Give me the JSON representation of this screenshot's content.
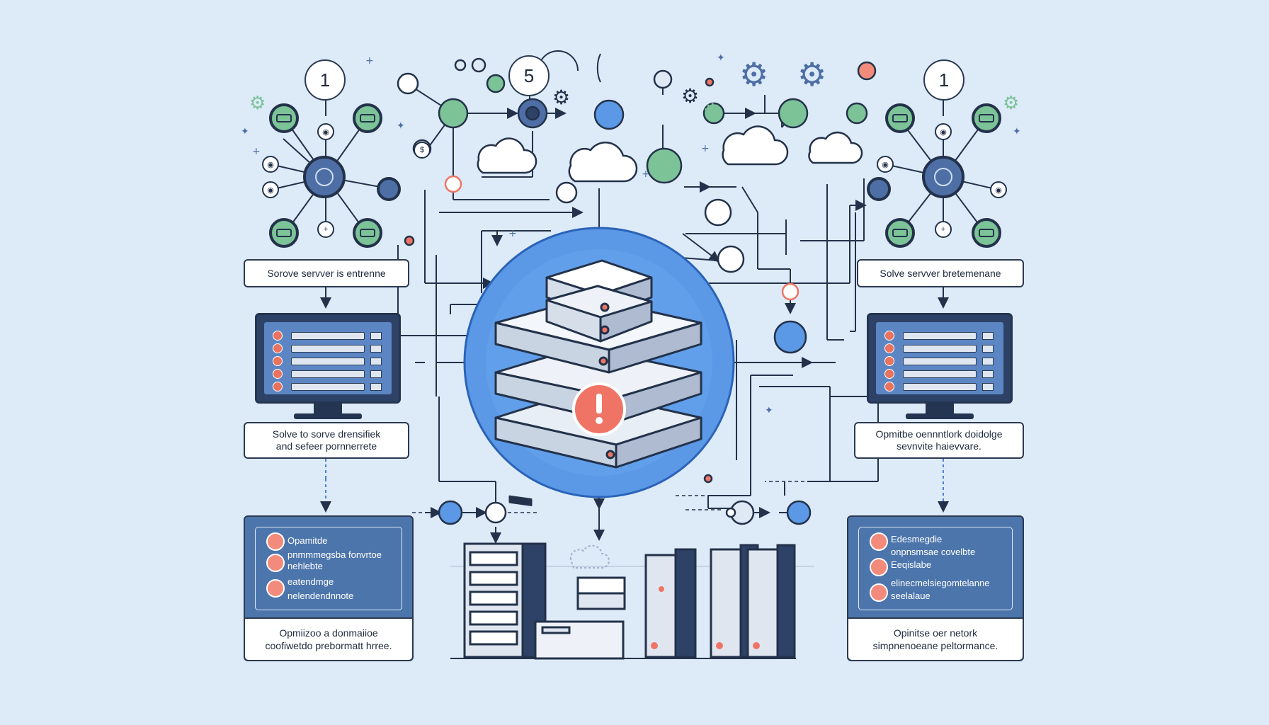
{
  "colors": {
    "background": "#ddeaf8",
    "outline": "#23324a",
    "accent_blue": "#4d7fd6",
    "node_green": "#7cc398",
    "alert_red": "#f07466",
    "panel_blue": "#4c75ab"
  },
  "badges": {
    "left": "1",
    "center": "5",
    "right": "1"
  },
  "labels": {
    "left_top": "Sorove servver is entrenne",
    "right_top": "Solve servver bretemenane",
    "left_mid_1": "Solve to sorve drensifiek",
    "left_mid_2": "and sefeer pornnerrete",
    "right_mid_1": "Opmitbe oennntlork doidolge",
    "right_mid_2": "sevnvite haievvare."
  },
  "panels": {
    "left": {
      "items": [
        "Opamitde",
        "pnmmmegsba fonvrtoe nehlebte",
        "eatendmge",
        "nelendendnnote"
      ],
      "footer_1": "Opmiizoo a donmaiioe",
      "footer_2": "coofiwetdo prebormatt hrree."
    },
    "right": {
      "items": [
        "Edesmegdie",
        "onpnsmsae covelbte",
        "Eeqislabe",
        "elinecmelsiegomtelanne",
        "seelalaue"
      ],
      "footer_1": "Opinitse oer netork",
      "footer_2": "simpnenoeane peltormance."
    }
  },
  "icons": {
    "center_alert": "exclamation-alert-icon",
    "cloud": "cloud-icon",
    "gear": "gear-icon",
    "hub": "network-hub-icon",
    "server_stack": "server-stack-icon"
  }
}
